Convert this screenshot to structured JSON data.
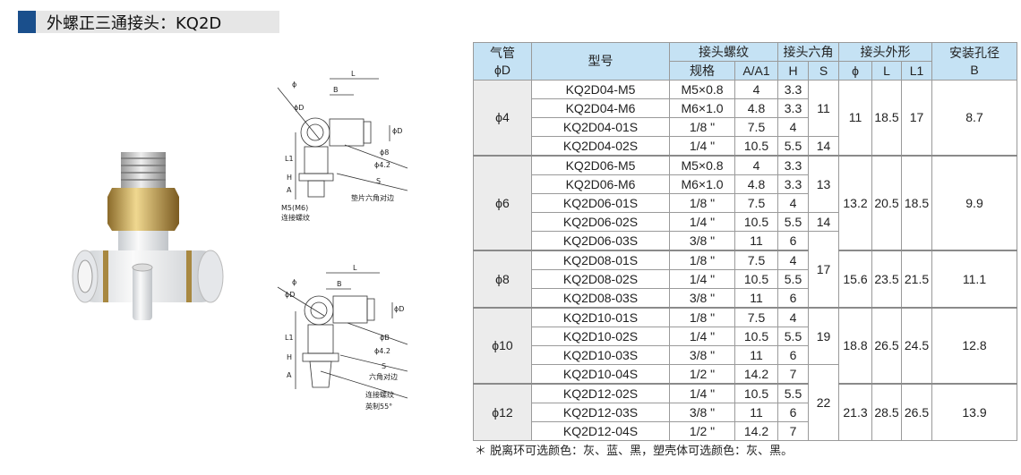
{
  "title": "外螺正三通接头：KQ2D",
  "diagram_top": {
    "L": "L",
    "B": "B",
    "phi": "ϕ",
    "phiD": "ϕD",
    "phiD2": "ϕD",
    "L1": "L1",
    "H": "H",
    "A": "A",
    "phi8": "ϕ8",
    "phi42": "ϕ4.2",
    "S": "S",
    "washer": "垫片六角对边",
    "thread": "M5(M6)",
    "thread2": "连接螺纹"
  },
  "diagram_bottom": {
    "L": "L",
    "B": "B",
    "phi": "ϕ",
    "phiD": "ϕD",
    "phiD2": "ϕD",
    "L1": "L1",
    "H": "H",
    "A": "A",
    "phi8": "ϕB",
    "phi42": "ϕ4.2",
    "S": "S",
    "hex": "六角对边",
    "thread": "连接螺纹",
    "thread2": "英制55°"
  },
  "table": {
    "headers": {
      "pipe": "气管",
      "pipe2": "ϕD",
      "model": "型号",
      "thread": "接头螺纹",
      "hex": "接头六角",
      "shape": "接头外形",
      "hole": "安装孔径",
      "hole2": "B",
      "spec": "规格",
      "a": "A/A1",
      "h": "H",
      "s": "S",
      "phi": "ϕ",
      "l": "L",
      "l1": "L1"
    },
    "groups": [
      {
        "pipe": "ϕ4",
        "phi": "11",
        "L": "18.5",
        "L1": "17",
        "B": "8.7",
        "rows": [
          {
            "model": "KQ2D04-M5",
            "spec": "M5×0.8",
            "a": "4",
            "h": "3.3",
            "s": "11",
            "s_span": 3
          },
          {
            "model": "KQ2D04-M6",
            "spec": "M6×1.0",
            "a": "4.8",
            "h": "3.3"
          },
          {
            "model": "KQ2D04-01S",
            "spec": "1/8 \"",
            "a": "7.5",
            "h": "4"
          },
          {
            "model": "KQ2D04-02S",
            "spec": "1/4 \"",
            "a": "10.5",
            "h": "5.5",
            "s": "14",
            "s_span": 1
          }
        ]
      },
      {
        "pipe": "ϕ6",
        "phi": "13.2",
        "L": "20.5",
        "L1": "18.5",
        "B": "9.9",
        "rows": [
          {
            "model": "KQ2D06-M5",
            "spec": "M5×0.8",
            "a": "4",
            "h": "3.3",
            "s": "13",
            "s_span": 3
          },
          {
            "model": "KQ2D06-M6",
            "spec": "M6×1.0",
            "a": "4.8",
            "h": "3.3"
          },
          {
            "model": "KQ2D06-01S",
            "spec": "1/8 \"",
            "a": "7.5",
            "h": "4"
          },
          {
            "model": "KQ2D06-02S",
            "spec": "1/4 \"",
            "a": "10.5",
            "h": "5.5",
            "s": "14",
            "s_span": 1
          },
          {
            "model": "KQ2D06-03S",
            "spec": "3/8 \"",
            "a": "11",
            "h": "6",
            "s": "17",
            "s_span": 4
          }
        ]
      },
      {
        "pipe": "ϕ8",
        "phi": "15.6",
        "L": "23.5",
        "L1": "21.5",
        "B": "11.1",
        "rows": [
          {
            "model": "KQ2D08-01S",
            "spec": "1/8 \"",
            "a": "7.5",
            "h": "4"
          },
          {
            "model": "KQ2D08-02S",
            "spec": "1/4 \"",
            "a": "10.5",
            "h": "5.5"
          },
          {
            "model": "KQ2D08-03S",
            "spec": "3/8 \"",
            "a": "11",
            "h": "6"
          }
        ]
      },
      {
        "pipe": "ϕ10",
        "phi": "18.8",
        "L": "26.5",
        "L1": "24.5",
        "B": "12.8",
        "rows": [
          {
            "model": "KQ2D10-01S",
            "spec": "1/8 \"",
            "a": "7.5",
            "h": "4",
            "s": "19",
            "s_span": 3
          },
          {
            "model": "KQ2D10-02S",
            "spec": "1/4 \"",
            "a": "10.5",
            "h": "5.5"
          },
          {
            "model": "KQ2D10-03S",
            "spec": "3/8 \"",
            "a": "11",
            "h": "6"
          },
          {
            "model": "KQ2D10-04S",
            "spec": "1/2 \"",
            "a": "14.2",
            "h": "7",
            "s": "22",
            "s_span": 4
          }
        ]
      },
      {
        "pipe": "ϕ12",
        "phi": "21.3",
        "L": "28.5",
        "L1": "26.5",
        "B": "13.9",
        "rows": [
          {
            "model": "KQ2D12-02S",
            "spec": "1/4 \"",
            "a": "10.5",
            "h": "5.5"
          },
          {
            "model": "KQ2D12-03S",
            "spec": "3/8 \"",
            "a": "11",
            "h": "6"
          },
          {
            "model": "KQ2D12-04S",
            "spec": "1/2 \"",
            "a": "14.2",
            "h": "7"
          }
        ]
      }
    ]
  },
  "footnote": "＊ 脱离环可选颜色：灰、蓝、黑，塑壳体可选颜色：灰、黑。"
}
